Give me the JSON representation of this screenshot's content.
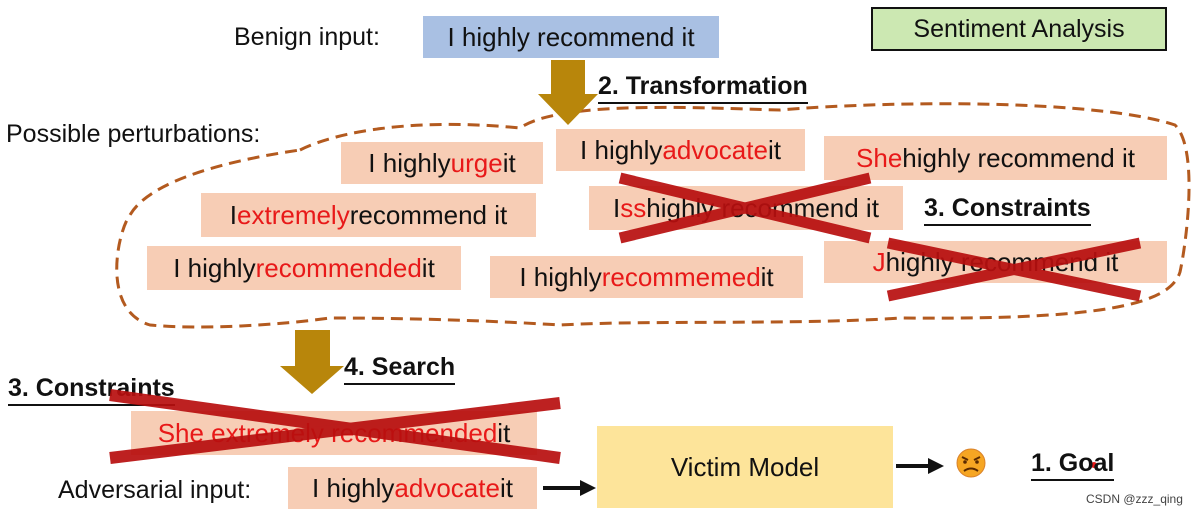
{
  "title": "Sentiment Analysis",
  "benign": {
    "label": "Benign input:",
    "text": "I highly recommend it"
  },
  "steps": {
    "transformation": "2. Transformation",
    "constraints_top": "3. Constraints",
    "search": "4. Search",
    "constraints_bottom": "3. Constraints",
    "goal": "1. Goal"
  },
  "perturbations_label": "Possible perturbations:",
  "perturbations": [
    {
      "pre": "I highly ",
      "hl": "urge",
      "post": " it",
      "rejected": false
    },
    {
      "pre": "I highly ",
      "hl": "advocate",
      "post": " it",
      "rejected": false
    },
    {
      "pre": "",
      "hl": "She",
      "post": " highly recommend it",
      "rejected": false
    },
    {
      "pre": "I ",
      "hl": "extremely",
      "post": " recommend it",
      "rejected": false
    },
    {
      "pre": "I ",
      "hl": "ss",
      "post": " highly recommend it",
      "rejected": true
    },
    {
      "pre": "I highly ",
      "hl": "recommended",
      "post": " it",
      "rejected": false
    },
    {
      "pre": "I highly ",
      "hl": "recommemed",
      "post": " it",
      "rejected": false
    },
    {
      "pre": "",
      "hl": "J",
      "post": " highly recommend it",
      "rejected": true
    }
  ],
  "rejected_candidate": {
    "hl": "She extremely recommended",
    "post": " it"
  },
  "adversarial": {
    "label": "Adversarial input:",
    "pre": "I highly ",
    "hl": "advocate",
    "post": " it"
  },
  "victim": "Victim Model",
  "outcome_icon": "angry-face-icon",
  "watermark": "CSDN @zzz_qing",
  "colors": {
    "highlight": "#e81919",
    "box": "#f7cdb5",
    "cross": "#b80f0f",
    "arrow": "#b8860b",
    "dashed": "#b35a1f"
  }
}
